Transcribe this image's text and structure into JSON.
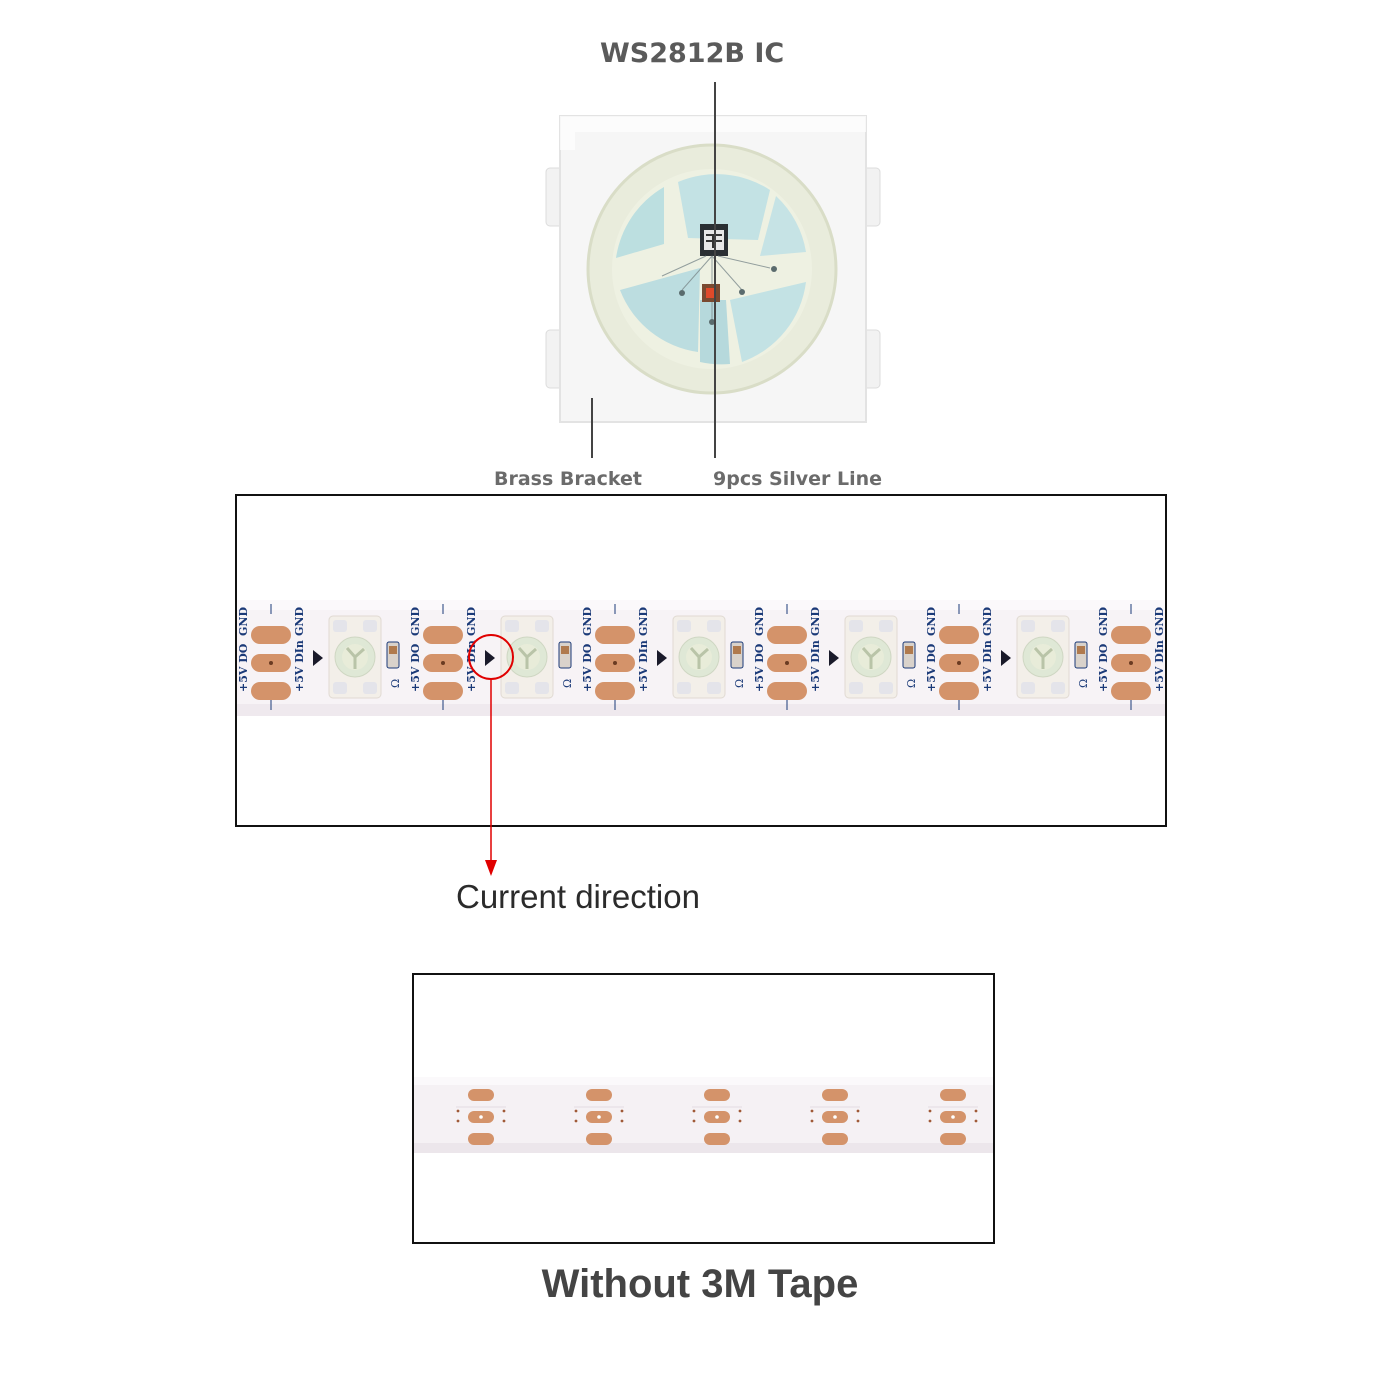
{
  "labels": {
    "ic": "WS2812B IC",
    "bracket": "Brass Bracket",
    "silver_line": "9pcs Silver Line",
    "current_direction": "Current direction",
    "without_tape": "Without 3M Tape"
  },
  "strip": {
    "pad_labels": [
      "+5V",
      "DO",
      "DIn",
      "GND"
    ],
    "resistor_symbol": "Ω"
  },
  "colors": {
    "copper": "#d4936a",
    "strip": "#f7f3f6",
    "pcb_line": "#1b3a78",
    "highlight": "#e00000",
    "led_face": "#dfe8d6",
    "led_core": "#a9d6dc"
  },
  "icons": [
    "led-chip-icon",
    "direction-arrow-icon"
  ]
}
